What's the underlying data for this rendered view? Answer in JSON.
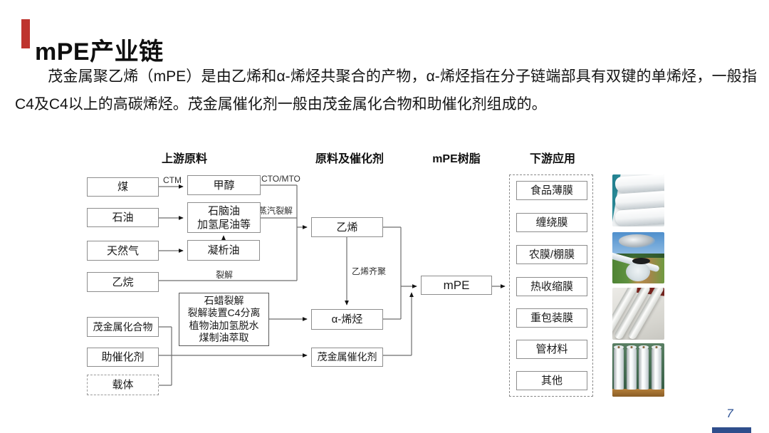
{
  "slide": {
    "title": "mPE产业链",
    "intro": "茂金属聚乙烯（mPE）是由乙烯和α-烯烃共聚合的产物，α-烯烃指在分子链端部具有双键的单烯烃，一般指C4及C4以上的高碳烯烃。茂金属催化剂一般由茂金属化合物和助催化剂组成的。",
    "page_number": "7",
    "colors": {
      "accent_red": "#BE342E",
      "footer_bar_blue": "#2F4E8C",
      "page_number_blue": "#2E5395"
    }
  },
  "diagram": {
    "column_headers": [
      "上游原料",
      "原料及催化剂",
      "mPE树脂",
      "下游应用"
    ],
    "nodes": {
      "coal": "煤",
      "petroleum": "石油",
      "natural_gas": "天然气",
      "ethane": "乙烷",
      "metallocene_compound": "茂金属化合物",
      "cocatalyst": "助催化剂",
      "carrier": "载体",
      "methanol": "甲醇",
      "naphtha_lines": [
        "石脑油",
        "加氢尾油等"
      ],
      "condensate": "凝析油",
      "alpha_olefin_sources_lines": [
        "石蜡裂解",
        "裂解装置C4分离",
        "植物油加氢脱水",
        "煤制油萃取"
      ],
      "ethylene": "乙烯",
      "alpha_olefin": "α-烯烃",
      "metallocene_catalyst": "茂金属催化剂",
      "mpe": "mPE"
    },
    "edge_labels": {
      "ctm": "CTM",
      "cto_mto": "CTO/MTO",
      "steam_cracking": "蒸汽裂解",
      "cracking": "裂解",
      "ethylene_oligomerization": "乙烯齐聚"
    },
    "downstream_applications": [
      "食品薄膜",
      "缠绕膜",
      "农膜/棚膜",
      "热收缩膜",
      "重包装膜",
      "管材料",
      "其他"
    ],
    "photos": [
      "wrapped-film-bales",
      "field-silage-film",
      "white-plastic-pipes",
      "plastic-film-rolls"
    ]
  }
}
